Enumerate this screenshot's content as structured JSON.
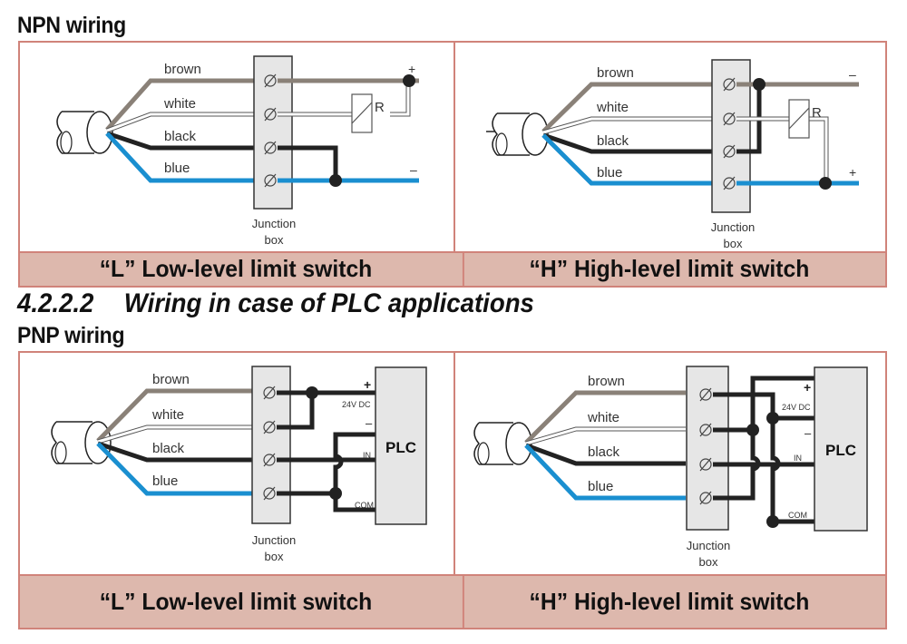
{
  "headings": {
    "npn": "NPN wiring",
    "section_number": "4.2.2.2",
    "section_title": "Wiring in case of PLC applications",
    "pnp": "PNP wiring"
  },
  "wire_labels": [
    "brown",
    "white",
    "black",
    "blue"
  ],
  "wire_colors": {
    "brown": "#8a8178",
    "white": "#ffffff",
    "black": "#222222",
    "blue": "#1a8fd0"
  },
  "junction_box_label": [
    "Junction",
    "box"
  ],
  "relay_label": "R",
  "plc": {
    "label": "PLC",
    "plus": "+",
    "minus": "–",
    "supply": "24V DC",
    "input": "IN",
    "common": "COM"
  },
  "npn_panels": [
    {
      "caption": "“L” Low-level limit switch",
      "top_terminal": "+",
      "bottom_terminal": "–"
    },
    {
      "caption": "“H” High-level limit switch",
      "top_terminal": "–",
      "bottom_terminal": "+"
    }
  ],
  "pnp_panels": [
    {
      "caption": "“L” Low-level limit switch"
    },
    {
      "caption": "“H” High-level limit switch"
    }
  ],
  "colors": {
    "frame_border": "#d0837a",
    "caption_bg": "#ddb8ad",
    "junction_box": "#e6e6e6"
  }
}
